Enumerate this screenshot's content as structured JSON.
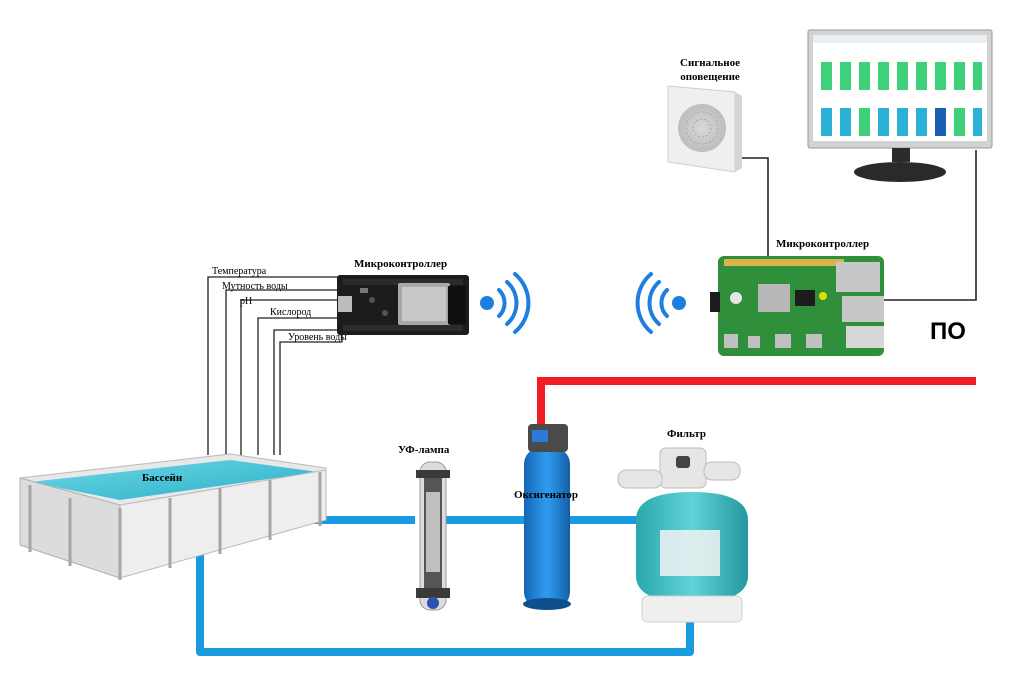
{
  "labels": {
    "microcontroller_left": "Микроконтроллер",
    "microcontroller_right": "Микроконтроллер",
    "alarm": "Сигнальное оповещение",
    "software": "ПО",
    "pool": "Бассейн",
    "uv_lamp": "УФ-лампа",
    "oxygenator": "Оксигенатор",
    "filter": "Фильтр"
  },
  "sensors": [
    "Температура",
    "Мутность воды",
    "pH",
    "Кислород",
    "Уровень воды"
  ],
  "colors": {
    "water_pipe": "#1a9be0",
    "hot_pipe": "#f21c24",
    "wire": "#222222",
    "pool_water": "#3cc5d8",
    "board_green": "#2f8f3a",
    "filter_teal": "#3bbfc4",
    "oxygenator_blue": "#1b8ad6",
    "wifi_blue": "#1e7fe0"
  }
}
